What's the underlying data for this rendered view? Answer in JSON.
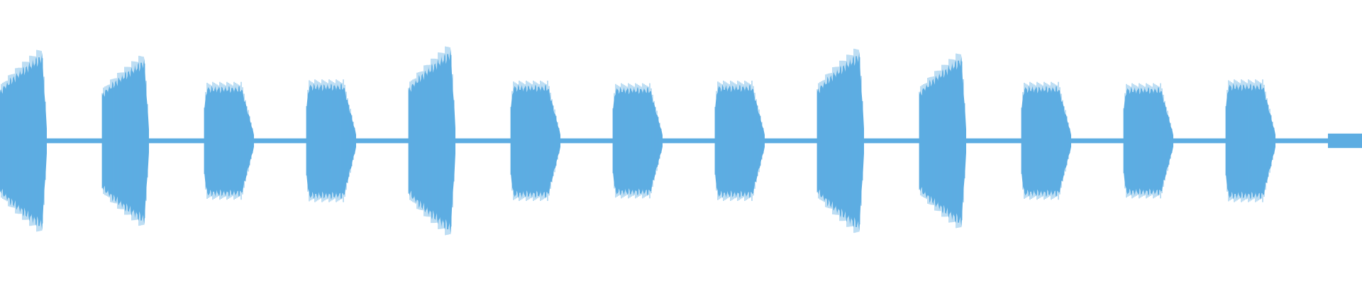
{
  "waveform": {
    "color": "#5dade2",
    "background": "#ffffff",
    "bursts": [
      {
        "shape": "swell",
        "peak_amplitude": 0.77
      },
      {
        "shape": "swell",
        "peak_amplitude": 0.72
      },
      {
        "shape": "flat",
        "peak_amplitude": 0.46
      },
      {
        "shape": "flat",
        "peak_amplitude": 0.48
      },
      {
        "shape": "swell",
        "peak_amplitude": 0.8
      },
      {
        "shape": "flat",
        "peak_amplitude": 0.47
      },
      {
        "shape": "flat",
        "peak_amplitude": 0.45
      },
      {
        "shape": "flat",
        "peak_amplitude": 0.47
      },
      {
        "shape": "swell",
        "peak_amplitude": 0.78
      },
      {
        "shape": "swell",
        "peak_amplitude": 0.74
      },
      {
        "shape": "flat",
        "peak_amplitude": 0.46
      },
      {
        "shape": "flat",
        "peak_amplitude": 0.45
      },
      {
        "shape": "flat",
        "peak_amplitude": 0.48
      },
      {
        "shape": "tail",
        "peak_amplitude": 0.06
      }
    ],
    "baseline_amplitude": 0.02
  }
}
